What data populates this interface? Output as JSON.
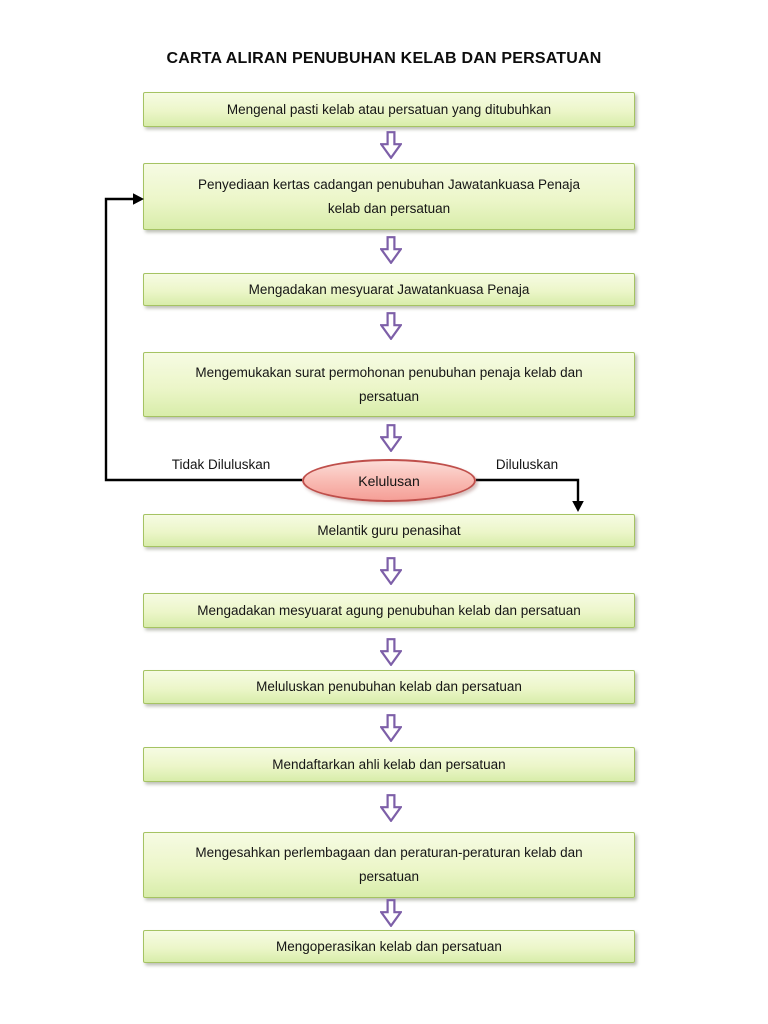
{
  "document": {
    "title": "CARTA ALIRAN PENUBUHAN KELAB DAN PERSATUAN"
  },
  "flowchart": {
    "steps": [
      {
        "label": "Mengenal pasti kelab atau persatuan yang ditubuhkan"
      },
      {
        "label": "Penyediaan kertas cadangan penubuhan Jawatankuasa Penaja\nkelab dan persatuan"
      },
      {
        "label": "Mengadakan mesyuarat Jawatankuasa Penaja"
      },
      {
        "label": "Mengemukakan surat permohonan penubuhan penaja kelab dan\npersatuan"
      },
      {
        "label": "Melantik guru penasihat"
      },
      {
        "label": "Mengadakan mesyuarat agung penubuhan kelab dan persatuan"
      },
      {
        "label": "Meluluskan penubuhan kelab dan persatuan"
      },
      {
        "label": "Mendaftarkan ahli kelab dan persatuan"
      },
      {
        "label": "Mengesahkan perlembagaan dan peraturan-peraturan kelab dan\npersatuan"
      },
      {
        "label": "Mengoperasikan kelab dan persatuan"
      }
    ],
    "decision": {
      "label": "Kelulusan",
      "rejected_label": "Tidak Diluluskan",
      "approved_label": "Diluluskan"
    },
    "colors": {
      "process_fill_top": "#f6fbe3",
      "process_fill_bottom": "#d8edaa",
      "process_border": "#a5c363",
      "decision_fill_top": "#fcdcd7",
      "decision_fill_bottom": "#f59f97",
      "decision_border": "#bf4f4b",
      "flow_arrow_outline": "#7d5fa8",
      "connector_line": "#000000",
      "text": "#111111"
    }
  }
}
